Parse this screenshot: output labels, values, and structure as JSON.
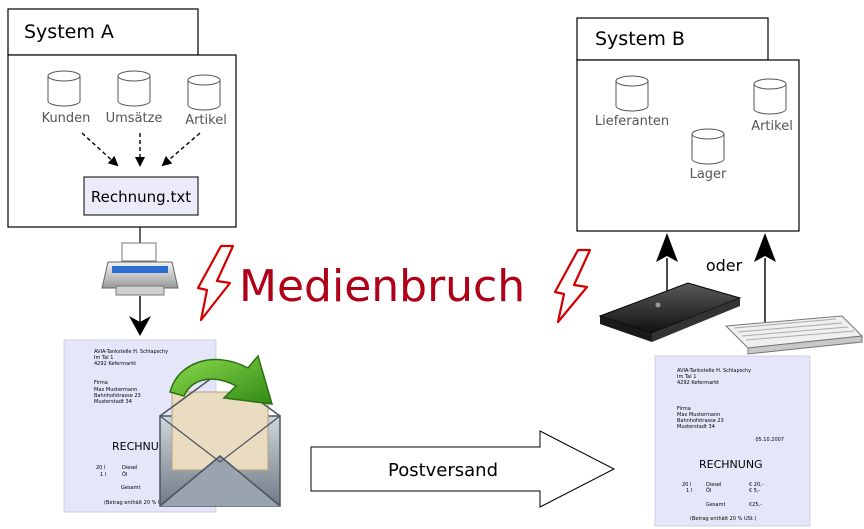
{
  "system_a": {
    "tab_label": "System A",
    "databases": [
      "Kunden",
      "Umsätze",
      "Artikel"
    ],
    "output_file": "Rechnung.txt"
  },
  "system_b": {
    "tab_label": "System B",
    "databases": [
      "Lieferanten",
      "Lager",
      "Artikel"
    ]
  },
  "medienbruch_label": "Medienbruch",
  "postversand_label": "Postversand",
  "oder_label": "oder",
  "invoice_left": {
    "sender_lines": [
      "AVIA-Tankstelle H. Schlapschy",
      "Im Tal 1",
      "4292 Kefermarkt"
    ],
    "recipient_lines": [
      "Firma",
      "Max Mustermann",
      "Bahnhofstrasse 23",
      "Musterstadt 34"
    ],
    "title": "RECHNUNG",
    "items": [
      {
        "qty": "20 l",
        "desc": "Diesel"
      },
      {
        "qty": "1 l",
        "desc": "Öl"
      }
    ],
    "total_label": "Gesamt",
    "footer": "(Betrag enthält 20 % Ust.)"
  },
  "invoice_right": {
    "sender_lines": [
      "AVIA-Tankstelle H. Schlapschy",
      "Im Tal 1",
      "4292 Kefermarkt"
    ],
    "recipient_lines": [
      "Firma",
      "Max Mustermann",
      "Bahnhofstrasse 23",
      "Musterstadt 34"
    ],
    "date": "05.10.2007",
    "title": "RECHNUNG",
    "items": [
      {
        "qty": "20 l",
        "desc": "Diesel",
        "amount": "€ 20,-"
      },
      {
        "qty": "1 l",
        "desc": "Öl",
        "amount": "€ 5,-"
      }
    ],
    "total_label": "Gesamt",
    "total_amount": "€25,-",
    "footer": "(Betrag enthält 20 % USt.)"
  },
  "colors": {
    "medienbruch": "#b00018",
    "lightning": "#d40000",
    "invoice_bg": "#e6e6fa",
    "file_box": "#ebebfa",
    "envelope_arrow": "#3d9a20"
  }
}
